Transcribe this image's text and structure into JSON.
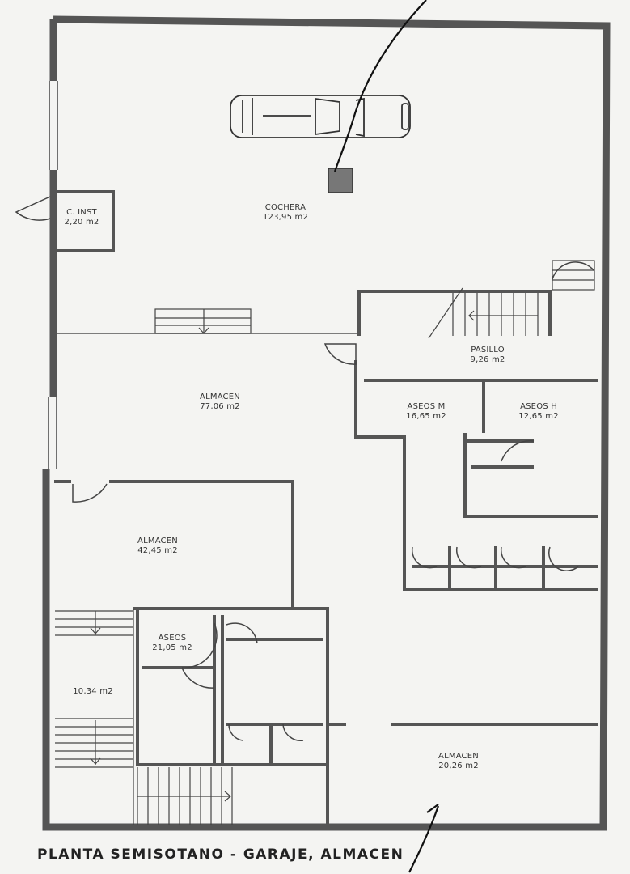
{
  "caption": "PLANTA SEMISOTANO - GARAJE, ALMACEN",
  "rooms": {
    "cochera": {
      "name": "COCHERA",
      "area": "123,95 m2"
    },
    "c_inst": {
      "name": "C. INST",
      "area": "2,20 m2"
    },
    "pasillo": {
      "name": "PASILLO",
      "area": "9,26 m2"
    },
    "almacen_1": {
      "name": "ALMACEN",
      "area": "77,06 m2"
    },
    "aseos_m": {
      "name": "ASEOS M",
      "area": "16,65 m2"
    },
    "aseos_h": {
      "name": "ASEOS H",
      "area": "12,65 m2"
    },
    "almacen_2": {
      "name": "ALMACEN",
      "area": "42,45 m2"
    },
    "aseos": {
      "name": "ASEOS",
      "area": "21,05 m2"
    },
    "escalera": {
      "area": "10,34 m2"
    },
    "almacen_3": {
      "name": "ALMACEN",
      "area": "20,26 m2"
    }
  },
  "colors": {
    "wall": "#555555",
    "line": "#333333",
    "paper": "#f4f4f2",
    "fixture": "#777777"
  }
}
